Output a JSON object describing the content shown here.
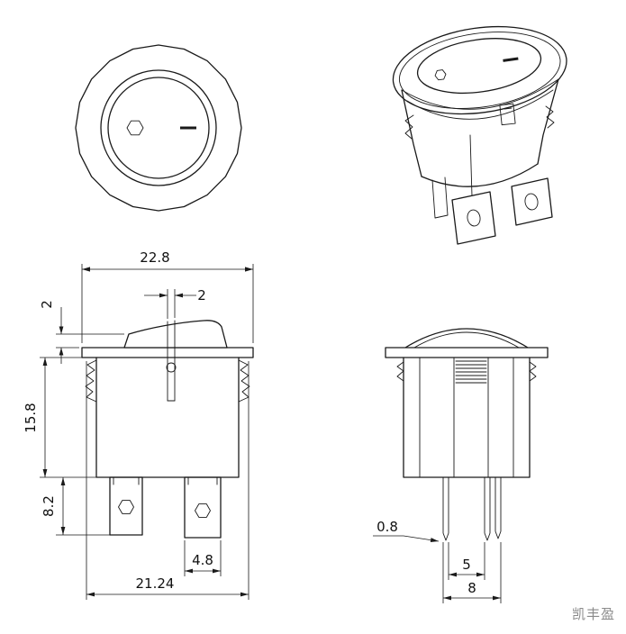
{
  "watermark": {
    "text": "凯丰盈",
    "color": "#8a8a8a"
  },
  "colors": {
    "line": "#1a1a1a",
    "background": "#ffffff"
  },
  "symbols": {
    "off_mark": "hexagon",
    "on_mark": "dash"
  },
  "dimensions": {
    "front_view": {
      "flange_width": "22.8",
      "rocker_protrusion": "2",
      "actuator_slot": "2",
      "body_height": "15.8",
      "terminal_length": "8.2",
      "terminal_width": "4.8",
      "body_width": "21.24"
    },
    "side_view": {
      "pin_thickness": "0.8",
      "pin_pitch": "5",
      "pin_row_pitch": "8"
    }
  }
}
